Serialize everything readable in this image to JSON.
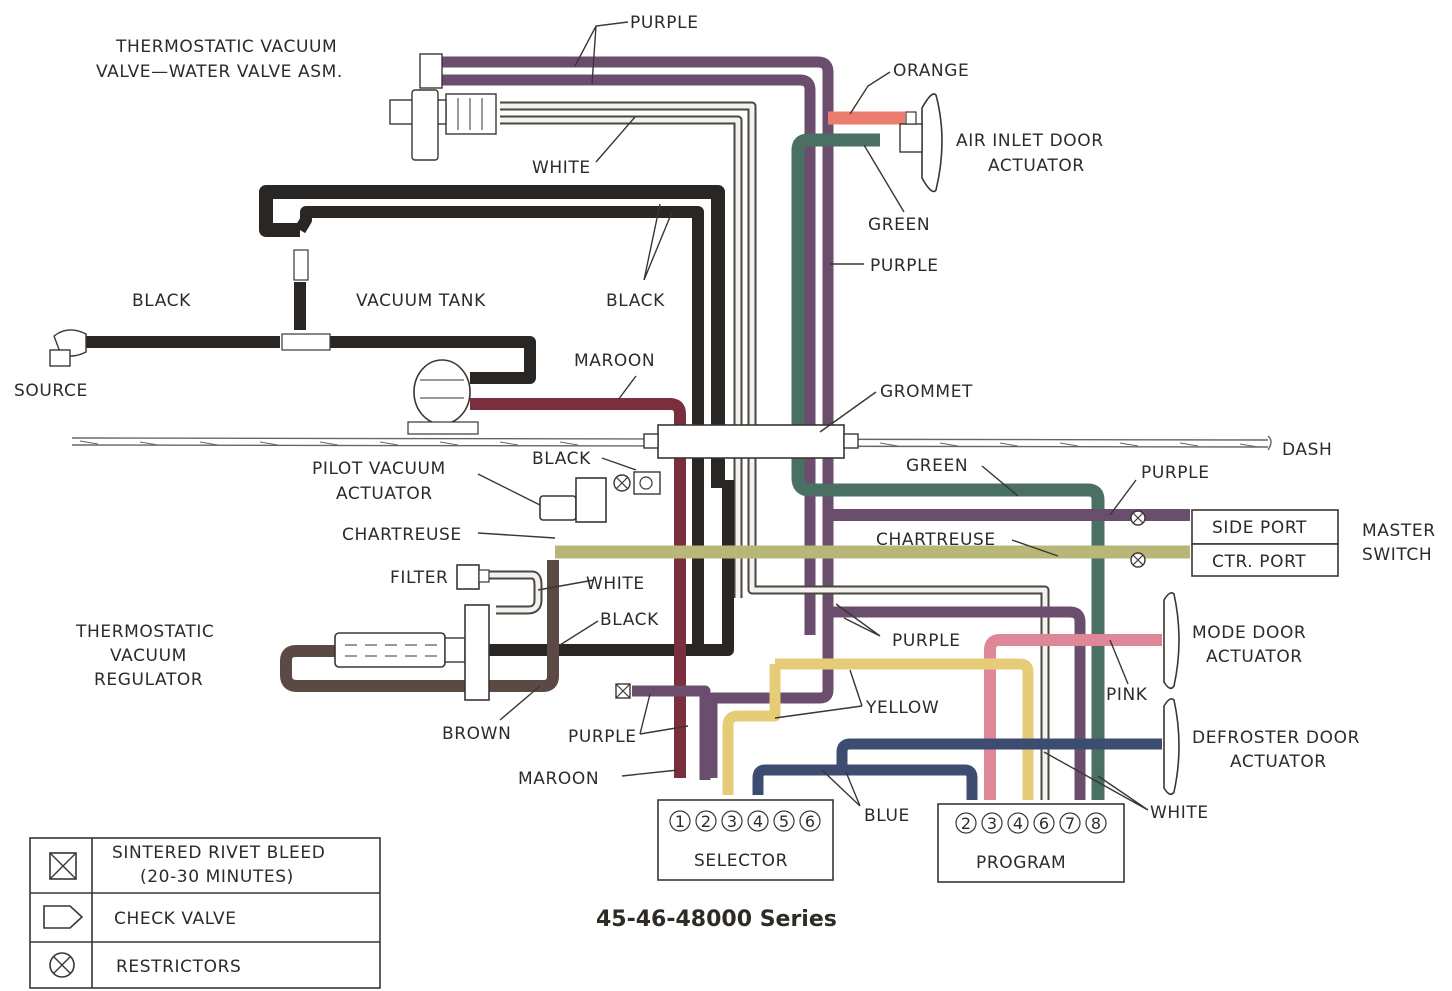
{
  "series_title": "45-46-48000 Series",
  "colors": {
    "purple": "#6b4e6e",
    "white": "#f4f2ee",
    "black": "#2a2624",
    "maroon": "#7b2e3e",
    "green": "#4a6f63",
    "orange": "#ec7d6e",
    "chartreuse": "#b9b67a",
    "yellow": "#e7cc78",
    "pink": "#de8796",
    "blue": "#3d4d72",
    "brown": "#5b4a44"
  },
  "components": {
    "thermostatic_valve": [
      "THERMOSTATIC VACUUM",
      "VALVE—WATER VALVE ASM."
    ],
    "air_inlet_actuator": [
      "AIR INLET DOOR",
      "ACTUATOR"
    ],
    "source": "SOURCE",
    "vacuum_tank": "VACUUM TANK",
    "grommet": "GROMMET",
    "dash": "DASH",
    "pilot_actuator": [
      "PILOT VACUUM",
      "ACTUATOR"
    ],
    "filter": "FILTER",
    "regulator": [
      "THERMOSTATIC",
      "VACUUM",
      "REGULATOR"
    ],
    "master_switch": [
      "MASTER",
      "SWITCH"
    ],
    "side_port": "SIDE PORT",
    "ctr_port": "CTR. PORT",
    "mode_actuator": [
      "MODE DOOR",
      "ACTUATOR"
    ],
    "defroster_actuator": [
      "DEFROSTER DOOR",
      "ACTUATOR"
    ],
    "selector": "SELECTOR",
    "program": "PROGRAM",
    "selector_ports": [
      "1",
      "2",
      "3",
      "4",
      "5",
      "6"
    ],
    "program_ports": [
      "2",
      "3",
      "4",
      "6",
      "7",
      "8"
    ]
  },
  "hose_labels": {
    "purple_top": "PURPLE",
    "orange": "ORANGE",
    "white_top": "WHITE",
    "green_top": "GREEN",
    "purple_right": "PURPLE",
    "black_left": "BLACK",
    "black_mid": "BLACK",
    "maroon_top": "MAROON",
    "black_pilot": "BLACK",
    "green_right": "GREEN",
    "purple_master": "PURPLE",
    "chartreuse_left": "CHARTREUSE",
    "chartreuse_right": "CHARTREUSE",
    "white_filter": "WHITE",
    "black_regulator": "BLACK",
    "purple_mid": "PURPLE",
    "pink": "PINK",
    "yellow": "YELLOW",
    "brown": "BROWN",
    "purple_bottom": "PURPLE",
    "maroon_bottom": "MAROON",
    "blue": "BLUE",
    "white_bottom": "WHITE"
  },
  "legend": {
    "bleed_line1": "SINTERED RIVET BLEED",
    "bleed_line2": "(20-30 MINUTES)",
    "check_valve": "CHECK VALVE",
    "restrictors": "RESTRICTORS"
  }
}
